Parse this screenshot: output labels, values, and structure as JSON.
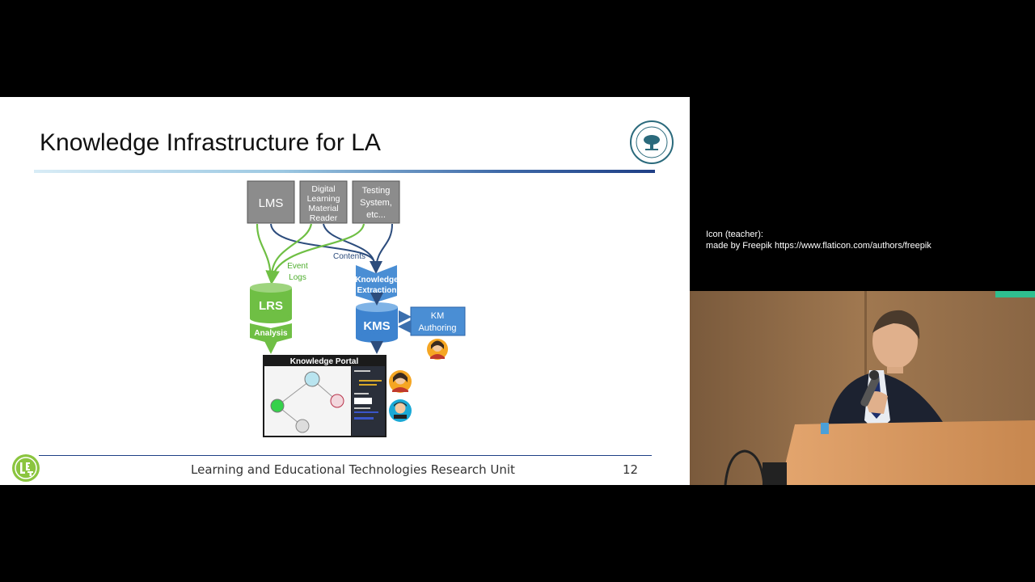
{
  "slide": {
    "title": "Knowledge Infrastructure for LA",
    "footer": "Learning and Educational Technologies Research Unit",
    "page_number": "12"
  },
  "credit": {
    "line1": "Icon (teacher):",
    "line2": "made by Freepik https://www.flaticon.com/authors/freepik"
  },
  "diagram": {
    "lms": "LMS",
    "dlmr": [
      "Digital",
      "Learning",
      "Material",
      "Reader"
    ],
    "testing": [
      "Testing",
      "System,",
      "etc..."
    ],
    "event_logs": [
      "Event",
      "Logs"
    ],
    "contents": "Contents",
    "knowledge_extraction": [
      "Knowledge",
      "Extraction"
    ],
    "lrs": "LRS",
    "analysis": "Analysis",
    "kms": "KMS",
    "km_authoring": [
      "KM",
      "Authoring"
    ],
    "portal_title": "Knowledge Portal"
  },
  "colors": {
    "green": "#6fbf44",
    "green_dark": "#4f9a2e",
    "blue": "#4a8ed4",
    "navy": "#2c4c7c",
    "gray_box": "#8c8c8c"
  }
}
